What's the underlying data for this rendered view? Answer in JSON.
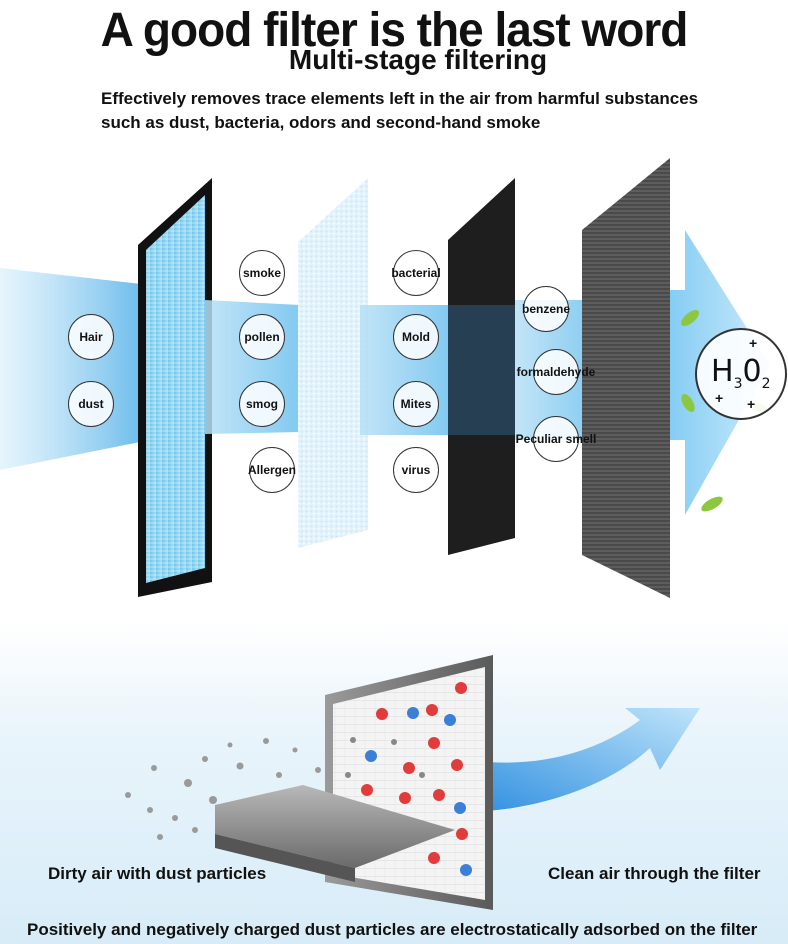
{
  "header": {
    "title": "A good filter is the last word",
    "subtitle": "Multi-stage filtering",
    "description_line1": "Effectively removes trace elements left in the air from harmful substances",
    "description_line2": "such as dust, bacteria, odors and second-hand smoke"
  },
  "stage1_badges": [
    "Hair",
    "dust"
  ],
  "stage2_badges": [
    "smoke",
    "pollen",
    "smog",
    "Allergen"
  ],
  "stage3_badges": [
    "bacterial",
    "Mold",
    "Mites",
    "virus"
  ],
  "stage4_badges": [
    "benzene",
    "formaldehyde",
    "Peculiar smell"
  ],
  "output": {
    "formula_main1": "H",
    "formula_sub1": "3",
    "formula_main2": "0",
    "formula_sub2": "2",
    "plus_sign": "+"
  },
  "bottom": {
    "caption_left": "Dirty air with dust particles",
    "caption_right": "Clean air through the filter",
    "caption_footer": "Positively and negatively charged dust particles are electrostatically adsorbed on the filter"
  },
  "colors": {
    "air_flow": "#5fb6ea",
    "hepa_blue": "#8fd3f0",
    "carbon_gray": "#3a3a3a",
    "leaf_green": "#8bc83f"
  }
}
